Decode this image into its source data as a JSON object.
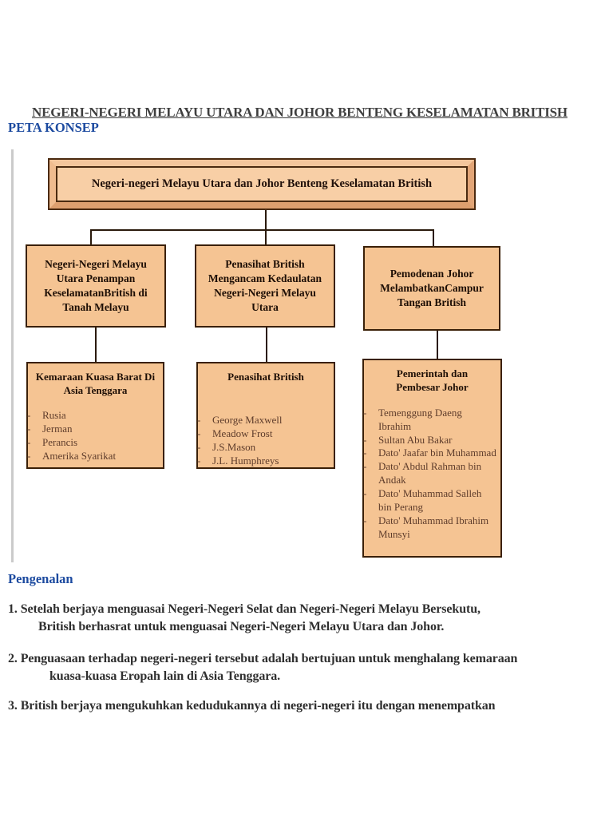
{
  "page": {
    "title": "NEGERI-NEGERI MELAYU UTARA DAN JOHOR BENTENG KESELAMATAN BRITISH",
    "subtitle": "PETA KONSEP",
    "section_heading": "Pengenalan"
  },
  "diagram": {
    "root": "Negeri-negeri Melayu Utara dan Johor Benteng Keselamatan British",
    "branches": [
      "Negeri-Negeri Melayu Utara Penampan KeselamatanBritish di Tanah Melayu",
      "Penasihat British Mengancam Kedaulatan Negeri-Negeri Melayu Utara",
      "Pemodenan Johor MelambatkanCampur Tangan British"
    ],
    "leaves": [
      {
        "title": "Kemaraan Kuasa Barat Di Asia Tenggara",
        "bullet": "-",
        "items": [
          "Rusia",
          "Jerman",
          "Perancis",
          "Amerika Syarikat"
        ]
      },
      {
        "title": "Penasihat British",
        "bullet": "-",
        "items": [
          "George Maxwell",
          "Meadow Frost",
          "J.S.Mason",
          "J.L.  Humphreys"
        ]
      },
      {
        "title": "Pemerintah dan Pembesar Johor",
        "bullet": "-",
        "items": [
          "Temenggung Daeng Ibrahim",
          "Sultan Abu Bakar",
          "Dato' Jaafar bin Muhammad",
          "Dato' Abdul Rahman bin Andak",
          "Dato' Muhammad Salleh bin Perang",
          "Dato' Muhammad Ibrahim Munsyi"
        ]
      }
    ]
  },
  "intro": {
    "paragraphs": [
      {
        "lines": [
          "1. Setelah berjaya menguasai Negeri-Negeri Selat dan Negeri-Negeri Melayu Bersekutu,",
          "British berhasrat untuk menguasai Negeri-Negeri Melayu Utara dan Johor."
        ]
      },
      {
        "lines": [
          "2. Penguasaan terhadap negeri-negeri tersebut adalah bertujuan untuk menghalang kemaraan",
          "kuasa-kuasa Eropah lain di Asia Tenggara."
        ]
      },
      {
        "lines": [
          "3. British berjaya mengukuhkan kedudukannya di negeri-negeri itu dengan menempatkan"
        ]
      }
    ]
  },
  "colors": {
    "heading_blue": "#1d4ba0",
    "box_fill": "#f5c493",
    "box_border": "#3a2008",
    "root_inner_fill": "#f8cfa6",
    "root_bevel": "#e8ae80",
    "list_text": "#5e3c2b",
    "body_text": "#2f2f2f",
    "connector": "#2a1a0c"
  }
}
